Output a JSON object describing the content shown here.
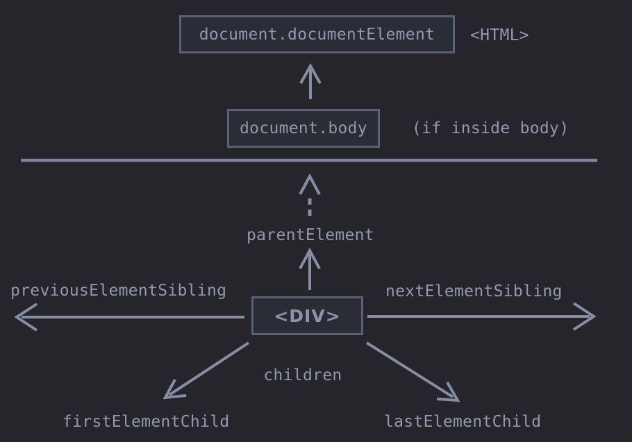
{
  "colors": {
    "background": "#25252b",
    "box_fill": "#2a2d36",
    "box_border": "#5a6078",
    "text": "#9298ad",
    "arrow": "#878da3",
    "divider": "#7d84a2"
  },
  "nodes": {
    "document_element": {
      "label": "document.documentElement",
      "tag_note": "<HTML>"
    },
    "document_body": {
      "label": "document.body",
      "note": "(if inside body)"
    },
    "div": {
      "label": "<DIV>"
    }
  },
  "relations": {
    "parent_element": "parentElement",
    "previous_element_sibling": "previousElementSibling",
    "next_element_sibling": "nextElementSibling",
    "children": "children",
    "first_element_child": "firstElementChild",
    "last_element_child": "lastElementChild"
  }
}
